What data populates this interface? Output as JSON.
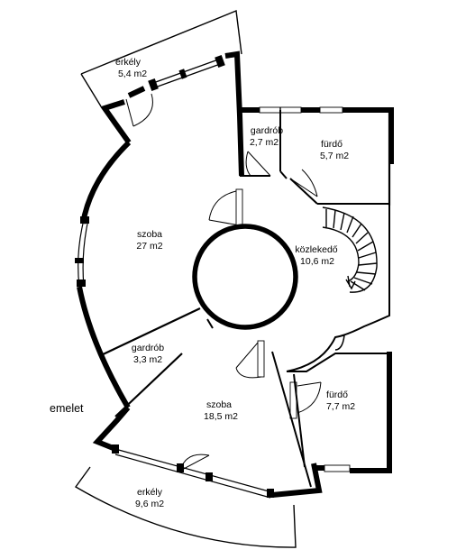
{
  "plan": {
    "floor_label": "emelet",
    "rooms": [
      {
        "id": "erkely-top",
        "name": "erkély",
        "area": "5,4 m2"
      },
      {
        "id": "gardrob-top",
        "name": "gardrób",
        "area": "2,7 m2"
      },
      {
        "id": "furdo-top",
        "name": "fürdő",
        "area": "5,7 m2"
      },
      {
        "id": "szoba-large",
        "name": "szoba",
        "area": "27 m2"
      },
      {
        "id": "kozlekedo",
        "name": "közlekedő",
        "area": "10,6 m2"
      },
      {
        "id": "gardrob-bottom",
        "name": "gardrób",
        "area": "3,3 m2"
      },
      {
        "id": "szoba-small",
        "name": "szoba",
        "area": "18,5 m2"
      },
      {
        "id": "furdo-bottom",
        "name": "fürdő",
        "area": "7,7 m2"
      },
      {
        "id": "erkely-bottom",
        "name": "erkély",
        "area": "9,6 m2"
      }
    ]
  }
}
